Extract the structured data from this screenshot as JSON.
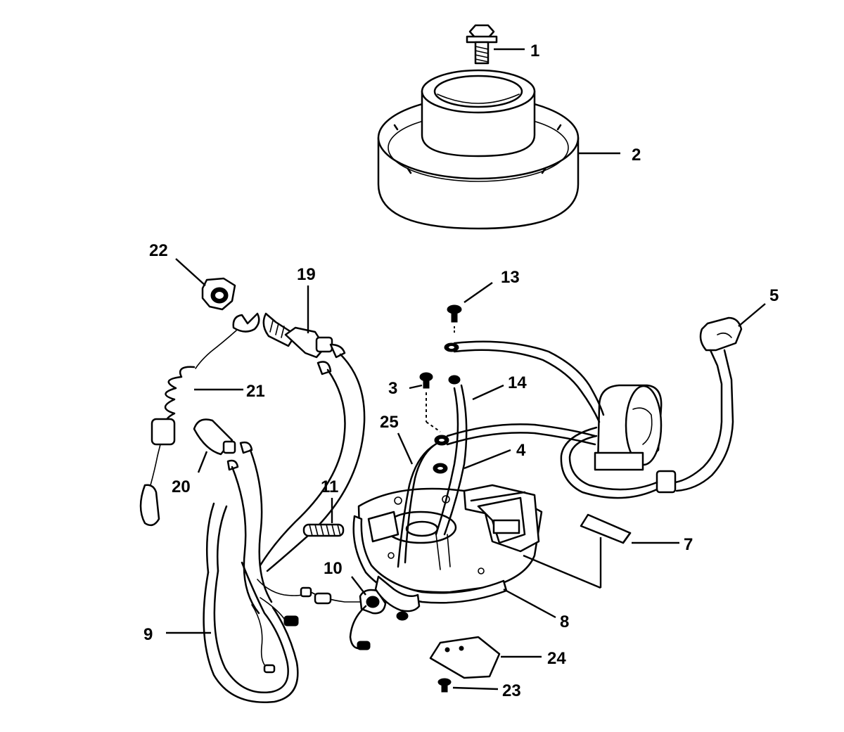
{
  "labels": {
    "l1": "1",
    "l2": "2",
    "l3": "3",
    "l4": "4",
    "l5": "5",
    "l7": "7",
    "l8": "8",
    "l9": "9",
    "l10": "10",
    "l11": "11",
    "l13": "13",
    "l14": "14",
    "l19": "19",
    "l20": "20",
    "l21": "21",
    "l22": "22",
    "l23": "23",
    "l24": "24",
    "l25": "25"
  }
}
